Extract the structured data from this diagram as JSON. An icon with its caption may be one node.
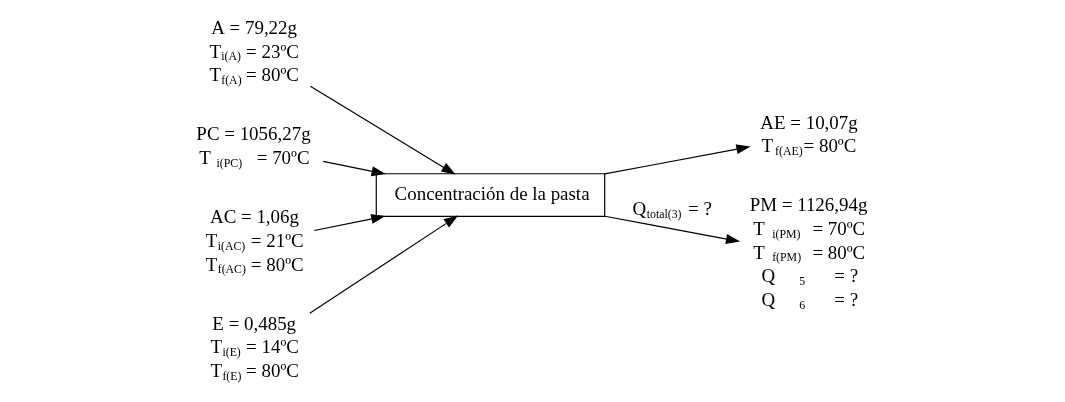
{
  "diagram": {
    "nodes": [
      {
        "text": [
          "A = 79,22g",
          "T$_{i(A)}$ = 23ºC",
          "T$_{f(A)}$ = 80ºC"
        ]
      },
      {
        "text": [
          "PC = 1056,27g",
          "T$_{i(PC)}$  = 70ºC"
        ]
      },
      {
        "text": [
          "AC = 1,06g",
          "T$_{i(AC)}$ = 21ºC",
          "T$_{f(AC)}$ = 80ºC"
        ]
      },
      {
        "text": [
          "Concentración de la pasta"
        ]
      },
      {
        "text": [
          "AE = 10,07g",
          "T$_{f(AE)}$= 80ºC"
        ]
      },
      {
        "text": [
          "E = 0,485g",
          "T$_{i(E)}$ = 14ºC",
          "T$_{f(E)}$ = 80ºC"
        ]
      },
      {
        "text": [
          "PM = 1126,94g",
          "T$_{i(PM)}$ = 70ºC",
          "T$_{f(PM)}$ = 80ºC",
          "Q$_{5}$ = ?",
          "Q$_{6}$ = ?"
        ]
      }
    ],
    "edges": [
      {
        "from": 0,
        "to": 3,
        "arrow": "to"
      },
      {
        "from": 2,
        "to": 3,
        "arrow": "to"
      },
      {
        "from": 5,
        "to": 3,
        "arrow": "to"
      },
      {
        "from": 1,
        "to": 3,
        "arrow": "to"
      },
      {
        "from": 3,
        "to": 4,
        "arrow": "to"
      },
      {
        "from": 3,
        "to": 6,
        "arrow": "to",
        "label": "Q$_{total(3)}$ = ?"
      }
    ]
  }
}
